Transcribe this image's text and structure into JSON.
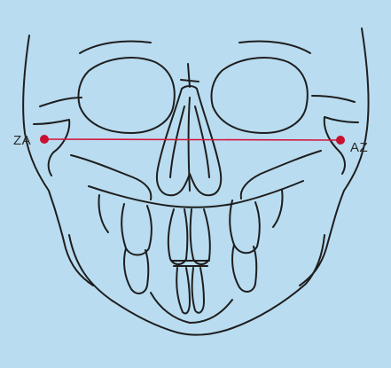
{
  "labels": {
    "left_point": "ZA",
    "right_point": "AZ"
  },
  "colors": {
    "background": "#b9dcf0",
    "outline": "#1e1e1e",
    "measurement_line": "#d4143c",
    "landmark_dot": "#c8102e"
  },
  "icons": {
    "figure": "skull-frontal-outline"
  }
}
